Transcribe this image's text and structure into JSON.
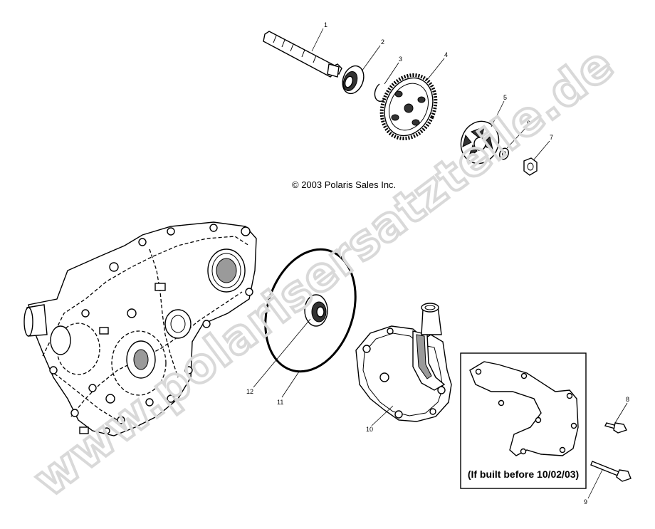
{
  "copyright": "© 2003 Polaris Sales Inc.",
  "note": "(If built before 10/02/03)",
  "watermark": {
    "text": "www.polarisersatzteile.de",
    "color": "#d9d9d9"
  },
  "callouts": {
    "c1": "1",
    "c2": "2",
    "c3": "3",
    "c4": "4",
    "c5": "5",
    "c6": "6",
    "c7": "7",
    "c8": "8",
    "c9": "9",
    "c10": "10",
    "c11": "11",
    "c12": "12"
  },
  "colors": {
    "line": "#000000",
    "background": "#ffffff",
    "shade": "#9a9a9a"
  }
}
